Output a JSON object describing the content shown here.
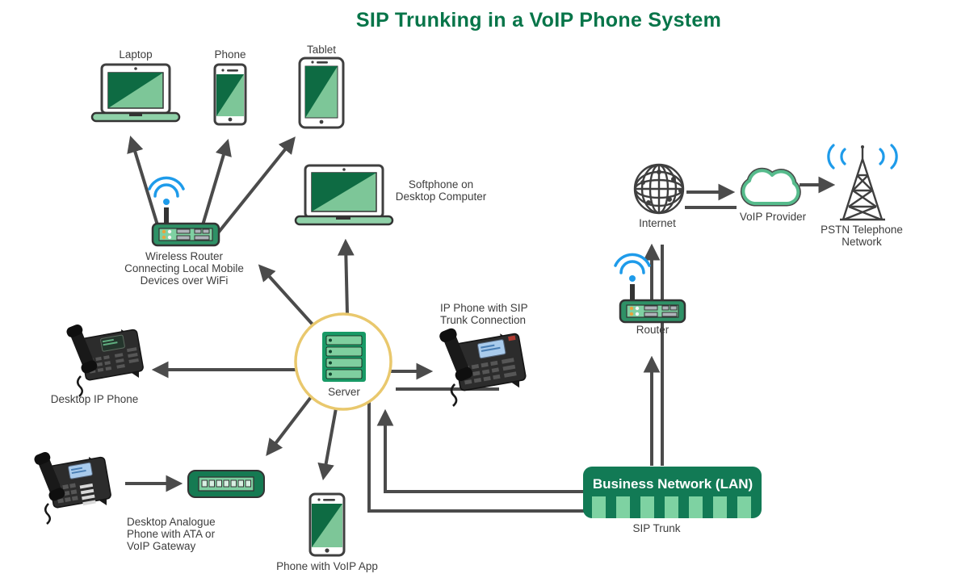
{
  "title": "SIP Trunking in a VoIP Phone System",
  "nodes": {
    "laptop": {
      "label": "Laptop"
    },
    "phone": {
      "label": "Phone"
    },
    "tablet": {
      "label": "Tablet"
    },
    "wireless_router": {
      "lines": [
        "Wireless Router",
        "Connecting Local Mobile",
        "Devices over WiFi"
      ]
    },
    "softphone": {
      "lines": [
        "Softphone on",
        "Desktop Computer"
      ]
    },
    "server": {
      "label": "Server"
    },
    "ip_phone_sip": {
      "lines": [
        "IP Phone with SIP",
        "Trunk Connection"
      ]
    },
    "desktop_ip_phone": {
      "label": "Desktop IP Phone"
    },
    "analogue_phone": {
      "lines": [
        "Desktop Analogue",
        "Phone with ATA or",
        "VoIP Gateway"
      ]
    },
    "voip_app_phone": {
      "label": "Phone with VoIP App"
    },
    "internet": {
      "label": "Internet"
    },
    "voip_provider": {
      "label": "VoIP Provider"
    },
    "pstn": {
      "lines": [
        "PSTN Telephone",
        "Network"
      ]
    },
    "router": {
      "label": "Router"
    },
    "lan": {
      "label": "Business Network (LAN)"
    },
    "sip_trunk": {
      "label": "SIP Trunk"
    }
  },
  "colors": {
    "title_green": "#077549",
    "screen_dark_green": "#0e6b43",
    "screen_light_green": "#7dc698",
    "device_green": "#189a66",
    "lan_green": "#127a55",
    "wifi_blue": "#1e9bea",
    "arrow_gray": "#4b4b4b",
    "server_ring_gold": "#e9c86d",
    "cloud_green": "#56bb8c"
  }
}
